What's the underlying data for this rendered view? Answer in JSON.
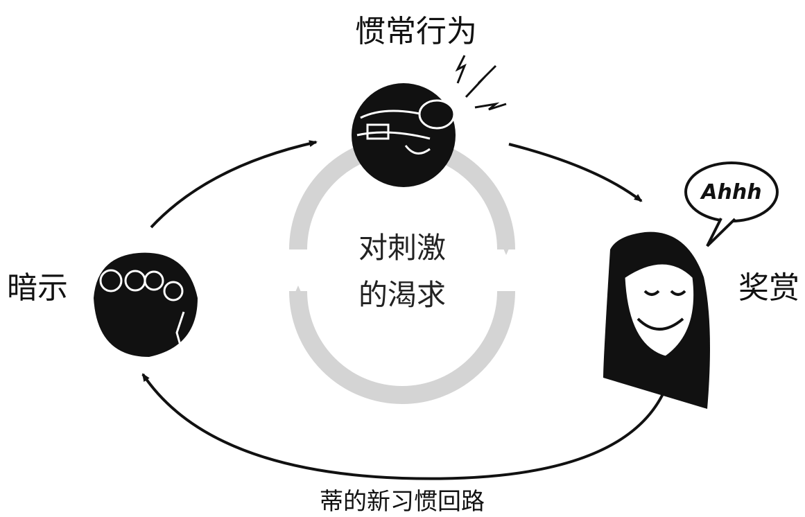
{
  "diagram": {
    "nodes": {
      "routine": {
        "label": "惯常行为",
        "icon": "head-scratch-icon"
      },
      "cue": {
        "label": "暗示",
        "icon": "fist-icon"
      },
      "reward": {
        "label": "奖赏",
        "icon": "smiling-woman-icon",
        "speech": "Ahhh"
      }
    },
    "center": {
      "line1": "对刺激",
      "line2": "的渴求"
    },
    "caption": "蒂的新习惯回路",
    "colors": {
      "ink": "#111111",
      "craving_ring": "#d4d4d4"
    }
  }
}
